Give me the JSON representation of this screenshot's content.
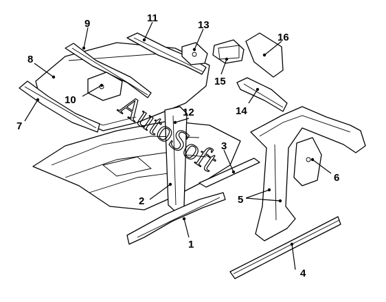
{
  "diagram": {
    "callouts": [
      "1",
      "2",
      "3",
      "4",
      "5",
      "6",
      "7",
      "8",
      "9",
      "10",
      "11",
      "12",
      "13",
      "14",
      "15",
      "16"
    ],
    "watermark": "AutoSoft"
  }
}
